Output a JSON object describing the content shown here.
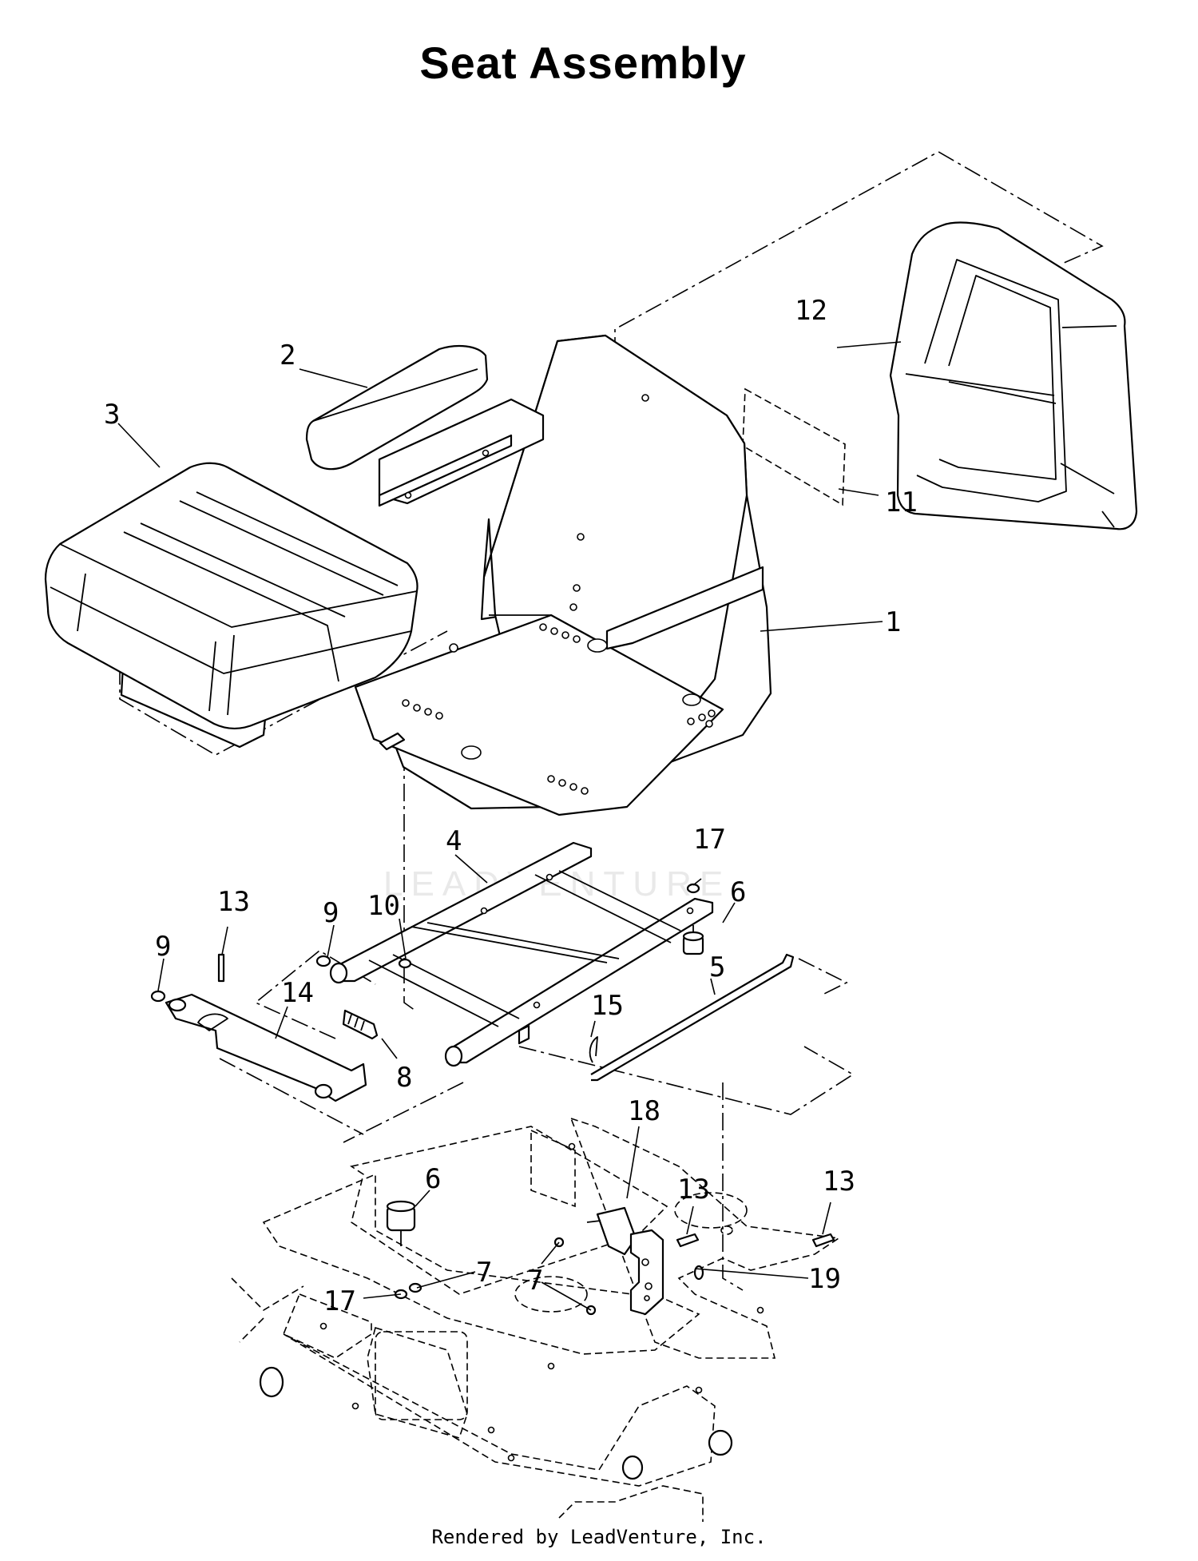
{
  "title": "Seat Assembly",
  "footer": "Rendered by LeadVenture, Inc.",
  "watermark": "LEADVENTURE",
  "callouts": [
    "1",
    "2",
    "3",
    "4",
    "5",
    "6",
    "6",
    "7",
    "7",
    "8",
    "9",
    "9",
    "10",
    "11",
    "12",
    "13",
    "13",
    "13",
    "14",
    "15",
    "17",
    "17",
    "18",
    "19"
  ],
  "parts": {
    "seat_pan": "1",
    "armrest": "2",
    "seat_cushion": "3",
    "seat_frame": "4",
    "rod": "5",
    "bumper": "6",
    "washer": "7",
    "bolt": "8",
    "nut": "9",
    "nut_10": "10",
    "label": "11",
    "back_cushion": "12",
    "screw": "13",
    "bracket": "14",
    "pin": "15",
    "locknut": "17",
    "latch": "18",
    "hinge_plate": "19"
  }
}
